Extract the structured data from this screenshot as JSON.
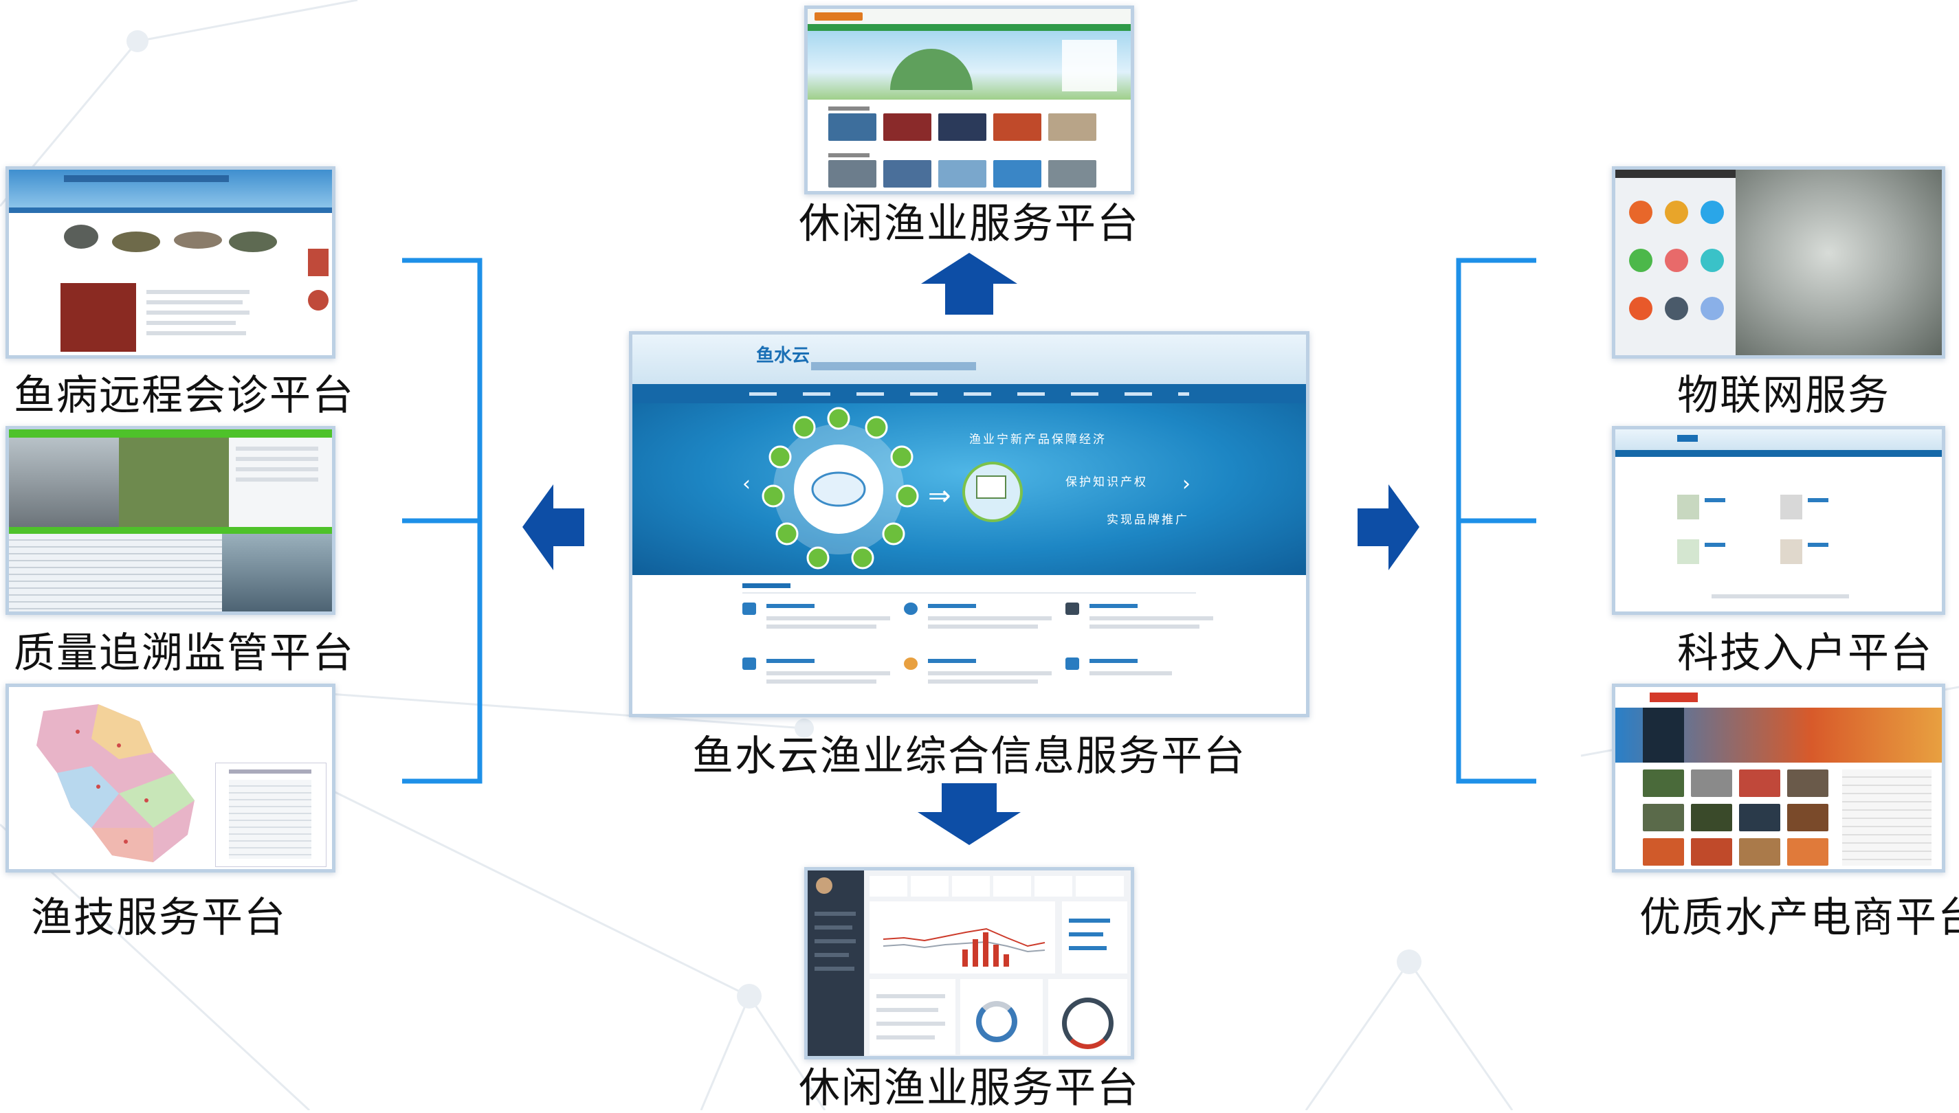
{
  "center_platform": {
    "label": "鱼水云渔业综合信息服务平台",
    "logo_text": "鱼水云",
    "banner_slogans": [
      "渔业宁新产品保障经济",
      "保护知识产权",
      "实现品牌推广"
    ]
  },
  "top_platform": {
    "label": "休闲渔业服务平台"
  },
  "bottom_platform": {
    "label": "休闲渔业服务平台"
  },
  "left_platforms": [
    {
      "label": "鱼病远程会诊平台"
    },
    {
      "label": "质量追溯监管平台"
    },
    {
      "label": "渔技服务平台"
    }
  ],
  "right_platforms": [
    {
      "label": "物联网服务"
    },
    {
      "label": "科技入户平台"
    },
    {
      "label": "优质水产电商平台"
    }
  ],
  "colors": {
    "bracket": "#1e90e8",
    "arrow": "#0d4ea6",
    "banner": "#1a7fc0"
  }
}
